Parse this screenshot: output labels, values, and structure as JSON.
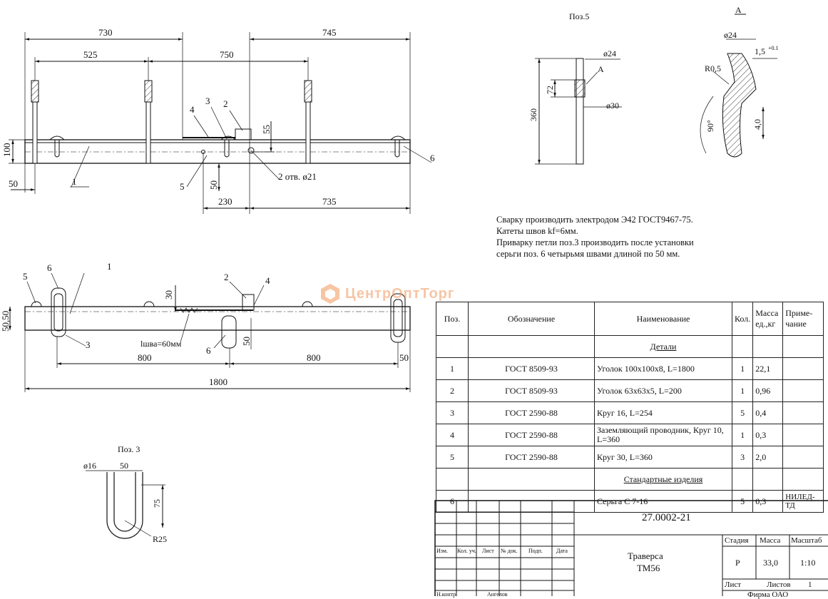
{
  "views": {
    "front": {
      "dims": {
        "d730": "730",
        "d745": "745",
        "d525": "525",
        "d750": "750",
        "d100": "100",
        "d50a": "50",
        "d55": "55",
        "d50b": "50",
        "d230": "230",
        "d735": "735",
        "holes": "2 отв. ø21"
      },
      "leaders": [
        "1",
        "2",
        "3",
        "4",
        "5",
        "6"
      ]
    },
    "top": {
      "dims": {
        "d30": "30",
        "d5050": "50,50",
        "weld": "lшва=60мм",
        "d50a": "50",
        "d800a": "800",
        "d800b": "800",
        "d50b": "50",
        "d1800": "1800"
      },
      "leaders": [
        "1",
        "2",
        "3",
        "4",
        "5",
        "6",
        "6"
      ]
    },
    "poz5": {
      "title": "Поз.5",
      "dims": {
        "d24": "ø24",
        "d30": "ø30",
        "d72": "72",
        "d360": "360",
        "mark": "A"
      }
    },
    "section_a": {
      "title": "A",
      "dims": {
        "d24": "ø24",
        "tol": "1,5",
        "tol_sup": "+0.1",
        "r": "R0,5",
        "angle": "90°",
        "h": "4,0"
      }
    },
    "poz3": {
      "title": "Поз. 3",
      "dims": {
        "d16": "ø16",
        "d50": "50",
        "d75": "75",
        "r25": "R25"
      }
    }
  },
  "notes": [
    "Сварку производить электродом Э42 ГОСТ9467-75.",
    "Катеты швов kf=6мм.",
    "Приварку петли поз.3 производить после установки",
    "серьги поз. 6 четырьмя швами длиной по 50 мм."
  ],
  "watermark": "ЦентрОптТорг",
  "spec": {
    "headers": {
      "pos": "Поз.",
      "designation": "Обозначение",
      "name": "Наименование",
      "qty": "Кол.",
      "mass": "Масса ед.,кг",
      "note": "Приме-чание"
    },
    "section_details": "Детали",
    "section_standard": "Стандартные изделия",
    "rows": [
      {
        "pos": "1",
        "designation": "ГОСТ 8509-93",
        "name": "Уголок 100х100х8, L=1800",
        "qty": "1",
        "mass": "22,1",
        "note": ""
      },
      {
        "pos": "2",
        "designation": "ГОСТ 8509-93",
        "name": "Уголок 63х63х5, L=200",
        "qty": "1",
        "mass": "0,96",
        "note": ""
      },
      {
        "pos": "3",
        "designation": "ГОСТ 2590-88",
        "name": "Круг 16, L=254",
        "qty": "5",
        "mass": "0,4",
        "note": ""
      },
      {
        "pos": "4",
        "designation": "ГОСТ 2590-88",
        "name": "Заземляющий проводник, Круг 10, L=360",
        "qty": "1",
        "mass": "0,3",
        "note": ""
      },
      {
        "pos": "5",
        "designation": "ГОСТ 2590-88",
        "name": "Круг 30, L=360",
        "qty": "3",
        "mass": "2,0",
        "note": ""
      }
    ],
    "standard_rows": [
      {
        "pos": "6",
        "designation": "",
        "name": "Серьга С 7-16",
        "qty": "5",
        "mass": "0,3",
        "note": "НИЛЕД-ТД"
      }
    ]
  },
  "title_block": {
    "doc_number": "27.0002-21",
    "title_line1": "Траверса",
    "title_line2": "ТМ56",
    "stage_label": "Стадия",
    "mass_label": "Масса",
    "scale_label": "Масштаб",
    "stage": "Р",
    "mass": "33,0",
    "scale": "1:10",
    "sheet_label": "Лист",
    "sheets_label": "Листов",
    "sheets": "1",
    "cols": [
      "Изм.",
      "Кол. уч.",
      "Лист",
      "№ док.",
      "Подп.",
      "Дата"
    ],
    "nkontr": "Н.контр.",
    "approved": "Ангелов",
    "firm": "Фирма ОАО"
  }
}
